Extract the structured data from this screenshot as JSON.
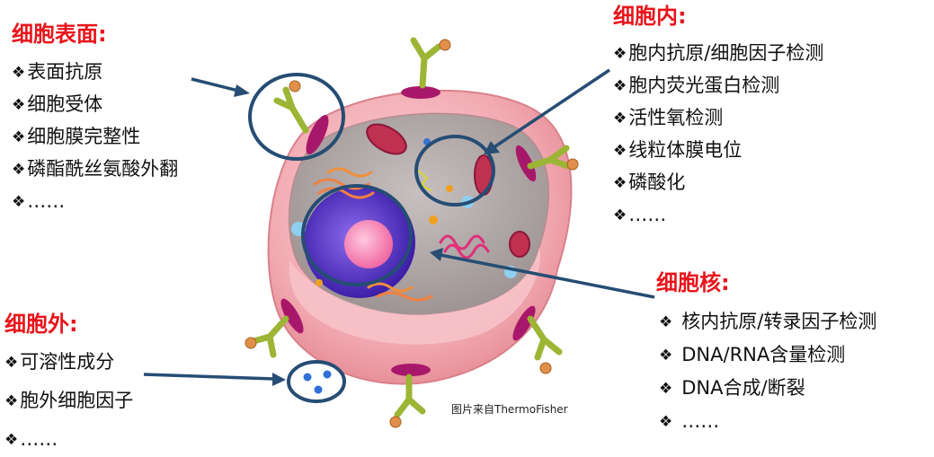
{
  "surface": {
    "heading": "细胞表面:",
    "items": [
      "表面抗原",
      "细胞受体",
      "细胞膜完整性",
      "磷酯酰丝氨酸外翻",
      "……"
    ]
  },
  "intracellular": {
    "heading": "细胞内:",
    "items": [
      "胞内抗原/细胞因子检测",
      "胞内荧光蛋白检测",
      "活性氧检测",
      "线粒体膜电位",
      "磷酸化",
      "……"
    ]
  },
  "nucleus": {
    "heading": "细胞核:",
    "items": [
      "核内抗原/转录因子检测",
      "DNA/RNA含量检测",
      "DNA合成/断裂",
      "……"
    ]
  },
  "extracellular": {
    "heading": "细胞外:",
    "items": [
      "可溶性成分",
      "胞外细胞因子",
      "……"
    ]
  },
  "credit": "图片来自ThermoFisher",
  "bullet_symbol": "❖",
  "colors": {
    "heading": "#e8141b",
    "arrow": "#264d73",
    "membrane": "#f0a0a8",
    "nucleus": "#5a36c8",
    "mitochondria": "#b0285a",
    "receptor": "#9cb534"
  }
}
